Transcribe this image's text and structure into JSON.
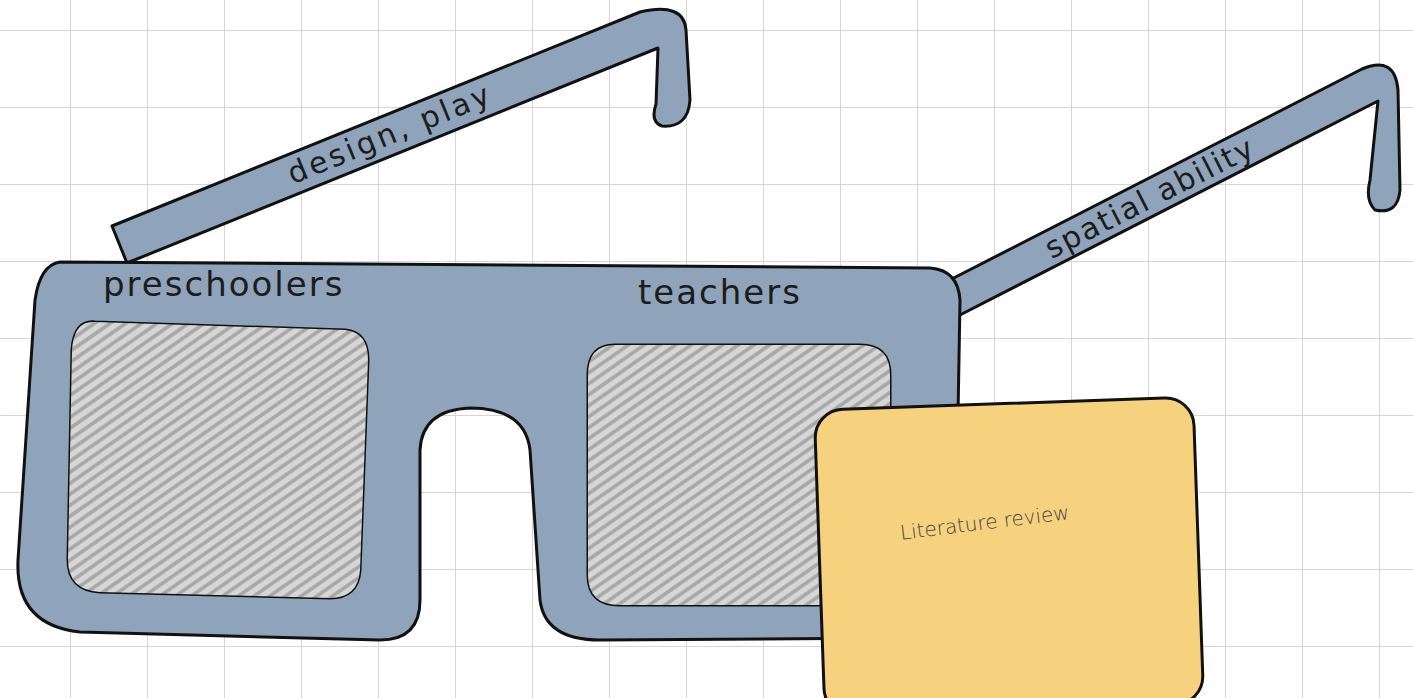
{
  "diagram": {
    "nodes": [
      {
        "text": [
          "design, play"
        ]
      },
      {
        "text": [
          "spatial ability"
        ]
      },
      {
        "text": [
          "preschoolers",
          "teachers"
        ]
      },
      {
        "text": [
          "Literature review"
        ]
      }
    ]
  }
}
